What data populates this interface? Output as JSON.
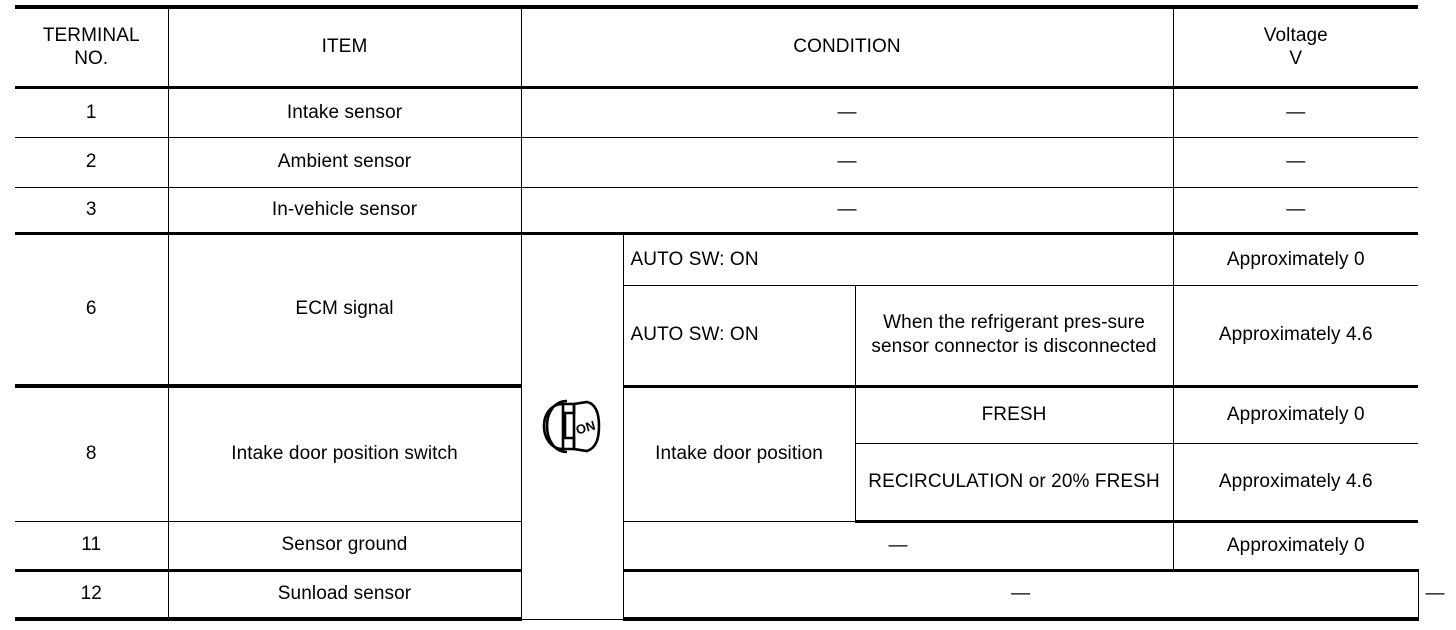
{
  "table": {
    "headers": {
      "terminal_no": "TERMINAL\nNO.",
      "terminal_no_line1": "TERMINAL",
      "terminal_no_line2": "NO.",
      "item": "ITEM",
      "condition": "CONDITION",
      "voltage_line1": "Voltage",
      "voltage_line2": "V"
    },
    "icon": {
      "name": "ignition-switch-on-icon",
      "label": "ON"
    },
    "dash": "—",
    "rows": [
      {
        "terminal": "1",
        "item": "Intake sensor",
        "condition": "—",
        "voltage": "—"
      },
      {
        "terminal": "2",
        "item": "Ambient sensor",
        "condition": "—",
        "voltage": "—"
      },
      {
        "terminal": "3",
        "item": "In-vehicle sensor",
        "condition": "—",
        "voltage": "—"
      },
      {
        "terminal": "6",
        "item": "ECM signal",
        "sub": [
          {
            "condition": "AUTO SW: ON",
            "detail": "",
            "voltage": "Approximately 0"
          },
          {
            "condition": "AUTO SW: ON",
            "detail": "When the refrigerant pres-sure sensor connector is disconnected",
            "voltage": "Approximately 4.6"
          }
        ]
      },
      {
        "terminal": "8",
        "item": "Intake door position switch",
        "group_label": "Intake door position",
        "sub": [
          {
            "detail": "FRESH",
            "voltage": "Approximately 0"
          },
          {
            "detail": "RECIRCULATION or 20% FRESH",
            "voltage": "Approximately 4.6"
          }
        ]
      },
      {
        "terminal": "11",
        "item": "Sensor ground",
        "condition": "—",
        "voltage": "Approximately 0"
      },
      {
        "terminal": "12",
        "item": "Sunload sensor",
        "condition": "—",
        "voltage": "—"
      }
    ]
  }
}
